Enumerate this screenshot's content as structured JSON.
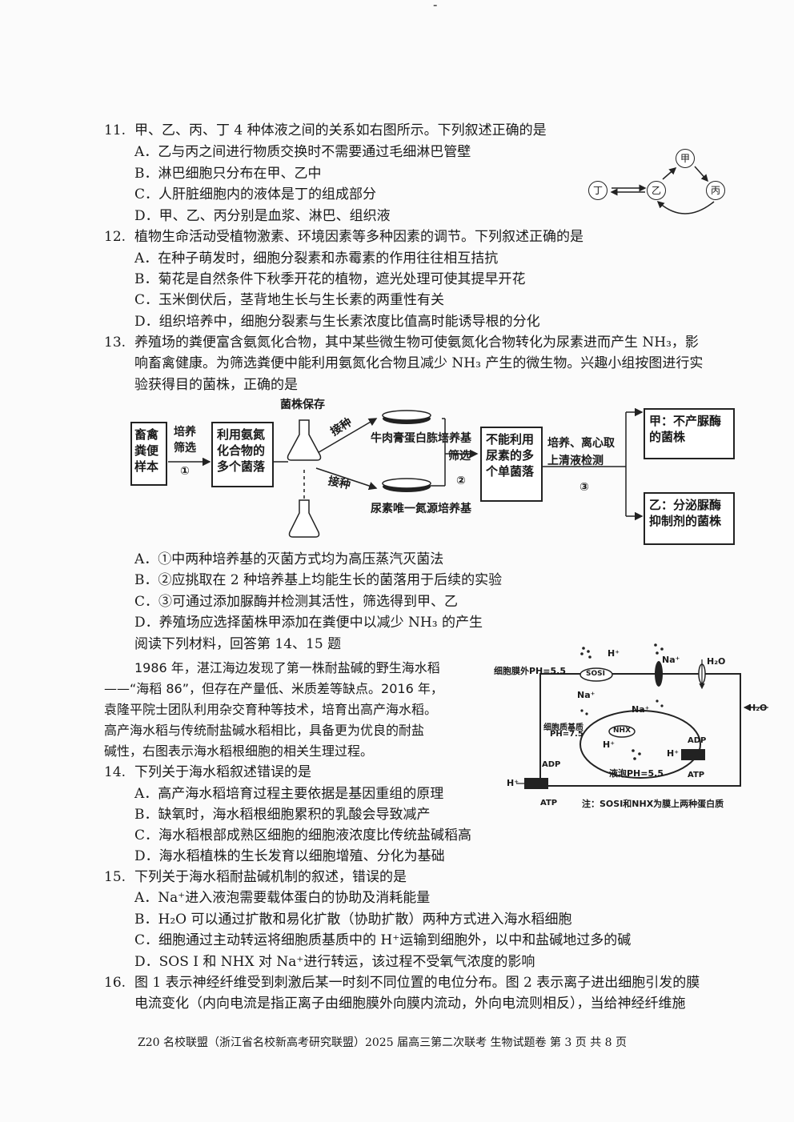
{
  "top_mark": "-",
  "q11": {
    "num": "11.",
    "stem": "甲、乙、丙、丁 4 种体液之间的关系如右图所示。下列叙述正确的是",
    "A": "A．乙与丙之间进行物质交换时不需要通过毛细淋巴管壁",
    "B": "B．淋巴细胞只分布在甲、乙中",
    "C": "C．人肝脏细胞内的液体是丁的组成部分",
    "D": "D．甲、乙、丙分别是血浆、淋巴、组织液",
    "fig": {
      "jia": "甲",
      "yi": "乙",
      "bing": "丙",
      "ding": "丁"
    }
  },
  "q12": {
    "num": "12.",
    "stem": "植物生命活动受植物激素、环境因素等多种因素的调节。下列叙述正确的是",
    "A": "A．在种子萌发时，细胞分裂素和赤霉素的作用往往相互拮抗",
    "B": "B．菊花是自然条件下秋季开花的植物，遮光处理可使其提早开花",
    "C": "C．玉米倒伏后，茎背地生长与生长素的两重性有关",
    "D": "D．组织培养中，细胞分裂素与生长素浓度比值高时能诱导根的分化"
  },
  "q13": {
    "num": "13.",
    "stem1": "养殖场的粪便富含氨氮化合物，其中某些微生物可使氨氮化合物转化为尿素进而产生 NH₃，影",
    "stem2": "响畜禽健康。为筛选粪便中能利用氨氮化合物且减少 NH₃ 产生的微生物。兴趣小组按图进行实",
    "stem3": "验获得目的菌株，正确的是",
    "fig": {
      "box1": "畜禽粪便样本",
      "step1_top": "培养",
      "step1_mid": "筛选",
      "step1_num": "①",
      "box2": "利用氨氮化合物的多个菌落",
      "keep": "菌株保存",
      "inoc1": "接种",
      "inoc2": "接种",
      "plate1": "牛肉膏蛋白胨培养基",
      "plate2": "尿素唯一氮源培养基",
      "step2": "筛选",
      "step2_num": "②",
      "box3": "不能利用尿素的多个单菌落",
      "step3_a": "培养、离心取",
      "step3_b": "上清液检测",
      "step3_num": "③",
      "box4": "甲：不产脲酶的菌株",
      "box5": "乙：分泌脲酶抑制剂的菌株"
    },
    "A": "A．①中两种培养基的灭菌方式均为高压蒸汽灭菌法",
    "B": "B．②应挑取在 2 种培养基上均能生长的菌落用于后续的实验",
    "C": "C．③可通过添加脲酶并检测其活性，筛选得到甲、乙",
    "D": "D．养殖场应选择菌株甲添加在粪便中以减少 NH₃ 的产生"
  },
  "reading": {
    "intro": "阅读下列材料，回答第 14、15 题",
    "p1": "1986 年，湛江海边发现了第一株耐盐碱的野生海水稻",
    "p2": "——“海稻 86”，但存在产量低、米质差等缺点。2016 年，",
    "p3": "袁隆平院士团队利用杂交育种等技术，培育出高产海水稻。",
    "p4": "高产海水稻与传统耐盐碱水稻相比，具备更为优良的耐盐",
    "p5": "碱性，右图表示海水稻根细胞的相关生理过程。"
  },
  "cellfig": {
    "outside_ph": "细胞膜外PH=5.5",
    "sosi": "SOSI",
    "hplus": "H⁺",
    "na_out": "Na⁺",
    "na_in": "Na⁺",
    "na_top": "Na⁺",
    "h2o_top": "H₂O",
    "h2o_right": "H₂O",
    "matrix": "细胞质基质",
    "matrix_ph": "PH=7.5",
    "nhx": "NHX",
    "hplus2": "H⁺",
    "hplus3": "H⁺",
    "adp_right": "ADP",
    "atp_right": "ATP",
    "vacuole_ph": "液泡PH=5.5",
    "adp_left": "ADP",
    "atp_left": "ATP",
    "hplus_left": "H⁺",
    "note": "注：SOSI和NHX为膜上两种蛋白质"
  },
  "q14": {
    "num": "14.",
    "stem": "下列关于海水稻叙述错误的是",
    "A": "A．高产海水稻培育过程主要依据是基因重组的原理",
    "B": "B．缺氧时，海水稻根细胞累积的乳酸会导致减产",
    "C": "C．海水稻根部成熟区细胞的细胞液浓度比传统盐碱稻高",
    "D": "D．海水稻植株的生长发育以细胞增殖、分化为基础"
  },
  "q15": {
    "num": "15.",
    "stem": "下列关于海水稻耐盐碱机制的叙述，错误的是",
    "A": "A．Na⁺进入液泡需要载体蛋白的协助及消耗能量",
    "B": "B．H₂O 可以通过扩散和易化扩散（协助扩散）两种方式进入海水稻细胞",
    "C": "C．细胞通过主动转运将细胞质基质中的 H⁺运输到细胞外，以中和盐碱地过多的碱",
    "D": "D．SOS Ⅰ 和 NHX 对 Na⁺进行转运，该过程不受氧气浓度的影响"
  },
  "q16": {
    "num": "16.",
    "stem1": "图 1 表示神经纤维受到刺激后某一时刻不同位置的电位分布。图 2 表示离子进出细胞引发的膜",
    "stem2": "电流变化（内向电流是指正离子由细胞膜外向膜内流动，外向电流则相反），当给神经纤维施"
  },
  "footer": "Z20 名校联盟（浙江省名校新高考研究联盟）2025 届高三第二次联考  生物试题卷  第 3 页 共 8 页"
}
